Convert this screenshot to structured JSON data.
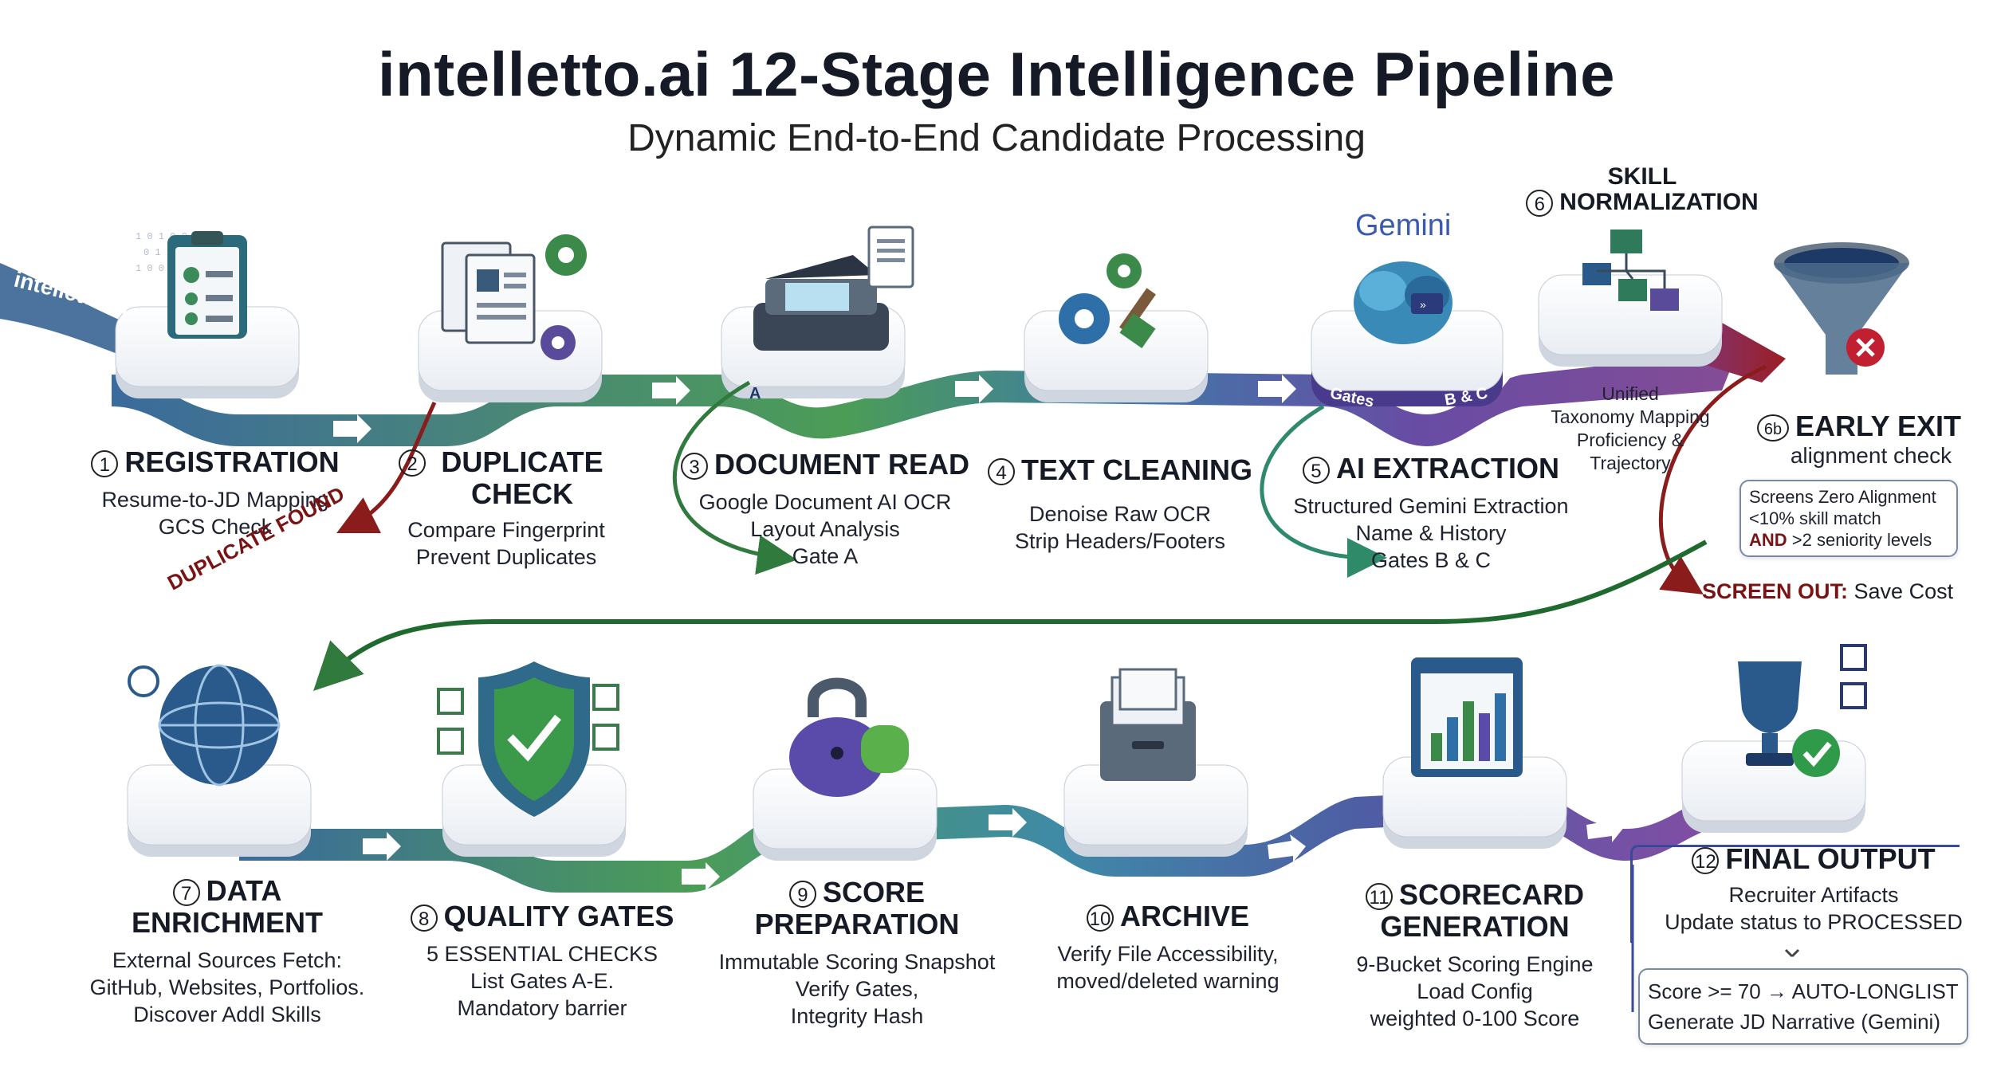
{
  "header": {
    "title": "intelletto.ai 12-Stage Intelligence Pipeline",
    "subtitle": "Dynamic End-to-End Candidate Processing"
  },
  "brand": {
    "watermark": "intelletto.ai",
    "gemini": "Gemini"
  },
  "colors": {
    "blue": "#2d5a8c",
    "green": "#2f8a3c",
    "purple": "#6a3c99",
    "red": "#8a1c1c",
    "navy": "#1d3a66"
  },
  "stages": {
    "s1": {
      "num": "1",
      "title": "REGISTRATION",
      "desc": [
        "Resume-to-JD Mapping",
        "GCS Check"
      ]
    },
    "s2": {
      "num": "2",
      "title": [
        "DUPLICATE",
        "CHECK"
      ],
      "desc": [
        "Compare Fingerprint",
        "Prevent Duplicates"
      ],
      "branch": "DUPLICATE FOUND"
    },
    "s3": {
      "num": "3",
      "title": "DOCUMENT READ",
      "desc": [
        "Google Document AI OCR",
        "Layout Analysis"
      ],
      "gate": "Gate A",
      "marker": "A"
    },
    "s4": {
      "num": "4",
      "title": "TEXT CLEANING",
      "desc": [
        "Denoise Raw OCR",
        "Strip Headers/Footers"
      ]
    },
    "s5": {
      "num": "5",
      "title": "AI EXTRACTION",
      "desc": [
        "Structured Gemini Extraction",
        "Name & History"
      ],
      "gate": "Gates B & C",
      "platform_left": "Gates",
      "platform_right": "B & C"
    },
    "s6": {
      "num": "6",
      "title": [
        "SKILL",
        "NORMALIZATION"
      ],
      "desc": [
        "Unified",
        "Taxonomy Mapping",
        "Proficiency &",
        "Trajectory"
      ]
    },
    "s6b": {
      "num": "6b",
      "title": "EARLY EXIT",
      "subtitle": "alignment check",
      "box": [
        "Screens Zero Alignment",
        "<10% skill match"
      ],
      "box_and": "AND",
      "box_last": ">2 seniority levels",
      "screen_out": "SCREEN OUT:",
      "screen_out_rest": "Save Cost"
    },
    "s7": {
      "num": "7",
      "title": [
        "DATA",
        "ENRICHMENT"
      ],
      "desc": [
        "External Sources Fetch:",
        "GitHub, Websites, Portfolios.",
        "Discover Addl Skills"
      ]
    },
    "s8": {
      "num": "8",
      "title": "QUALITY GATES",
      "desc": [
        "5 ESSENTIAL CHECKS",
        "List Gates A-E.",
        "Mandatory barrier"
      ]
    },
    "s9": {
      "num": "9",
      "title": [
        "SCORE",
        "PREPARATION"
      ],
      "desc": [
        "Immutable Scoring Snapshot",
        "Verify Gates,",
        "Integrity Hash"
      ]
    },
    "s10": {
      "num": "10",
      "title": "ARCHIVE",
      "desc": [
        "Verify File Accessibility,",
        "moved/deleted warning"
      ]
    },
    "s11": {
      "num": "11",
      "title": [
        "SCORECARD",
        "GENERATION"
      ],
      "desc": [
        "9-Bucket Scoring Engine",
        "Load Config",
        "weighted 0-100 Score"
      ]
    },
    "s12": {
      "num": "12",
      "title": "FINAL OUTPUT",
      "desc": [
        "Recruiter Artifacts",
        "Update status to PROCESSED"
      ],
      "box": [
        "Score >= 70 → AUTO-LONGLIST",
        "Generate JD Narrative (Gemini)"
      ]
    }
  }
}
